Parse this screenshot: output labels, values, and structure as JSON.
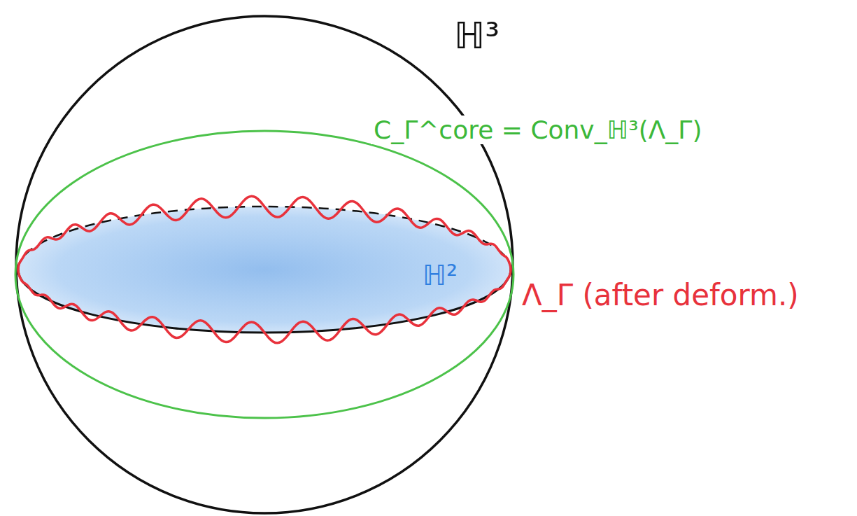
{
  "diagram": {
    "labels": [
      "ℍ³",
      "C_Γ^core = Conv_ℍ³(Λ_Γ)",
      "ℍ²",
      "Λ_Γ (after deform.)"
    ]
  }
}
